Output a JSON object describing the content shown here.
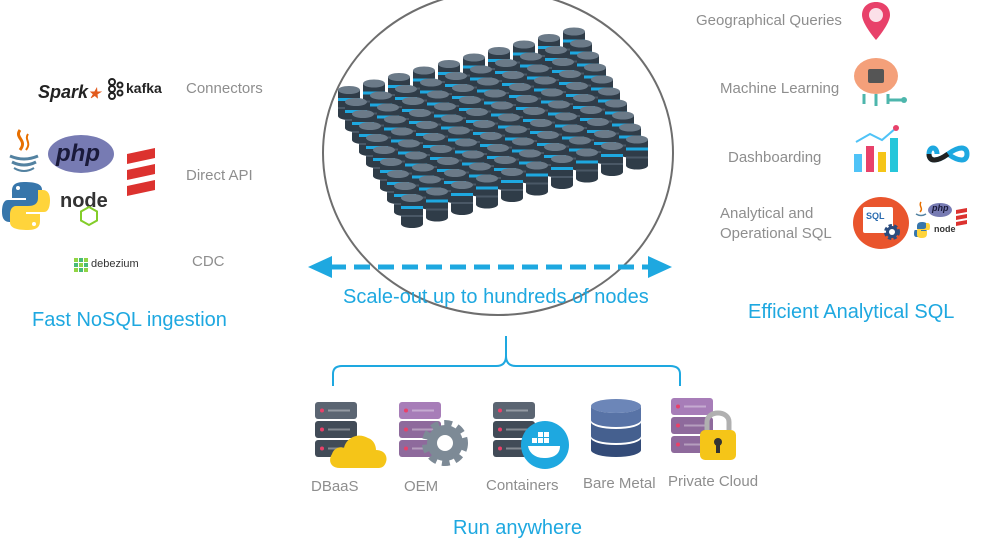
{
  "left": {
    "title": "Fast NoSQL ingestion",
    "rows": [
      {
        "label": "Connectors",
        "logos": [
          "Spark",
          "kafka"
        ]
      },
      {
        "label": "Direct API",
        "logos": [
          "php",
          "node"
        ]
      },
      {
        "label": "CDC",
        "logos": [
          "debezium"
        ]
      }
    ]
  },
  "center": {
    "caption": "Scale-out up to hundreds of nodes"
  },
  "right": {
    "title": "Efficient Analytical SQL",
    "rows": [
      {
        "label": "Geographical Queries"
      },
      {
        "label": "Machine Learning"
      },
      {
        "label": "Dashboarding"
      },
      {
        "label_line1": "Analytical and",
        "label_line2": "Operational SQL"
      }
    ],
    "sql_badge": "SQL"
  },
  "bottom": {
    "title": "Run anywhere",
    "items": [
      "DBaaS",
      "OEM",
      "Containers",
      "Bare Metal",
      "Private Cloud"
    ]
  },
  "colors": {
    "accent": "#1ea8e0",
    "db_dark": "#4a5563",
    "db_purple": "#8e6a9c",
    "db_blue": "#3d5a89",
    "yellow": "#f5c518",
    "gear": "#7d8a96",
    "docker": "#1ea8e0"
  }
}
